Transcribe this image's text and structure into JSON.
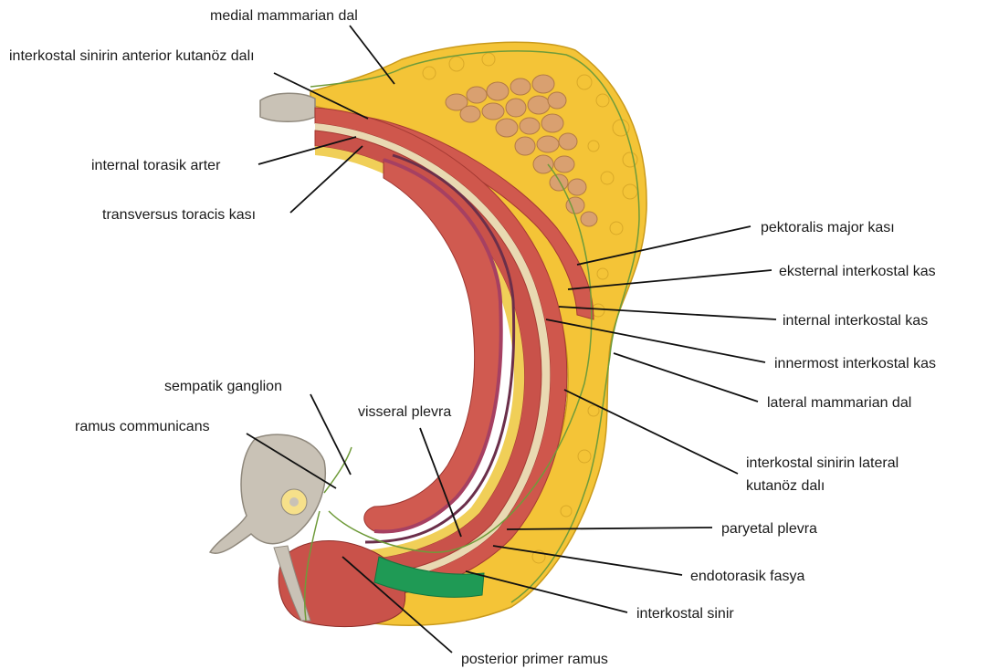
{
  "labels": {
    "medial_mammarian": "medial mammarian dal",
    "anterior_cutaneous": "interkostal sinirin anterior kutanöz dalı",
    "internal_thoracic_artery": "internal torasik arter",
    "transversus_thoracis": "transversus toracis kası",
    "pectoralis_major": "pektoralis major kası",
    "external_intercostal": "eksternal interkostal kas",
    "internal_intercostal": "internal interkostal kas",
    "innermost_intercostal": "innermost interkostal kas",
    "lateral_mammarian": "lateral mammarian dal",
    "lateral_cutaneous_line1": "interkostal sinirin lateral",
    "lateral_cutaneous_line2": "kutanöz dalı",
    "sympathetic_ganglion": "sempatik ganglion",
    "ramus_communicans": "ramus communicans",
    "visceral_pleura": "visseral plevra",
    "parietal_pleura": "paryetal plevra",
    "endothoracic_fascia": "endotorasik fasya",
    "intercostal_nerve": "interkostal sinir",
    "posterior_primary_ramus": "posterior primer ramus"
  },
  "colors": {
    "fat": "#f4c437",
    "fat_light": "#f8d85a",
    "muscle": "#d0594e",
    "muscle_dark": "#b8403a",
    "bone": "#c9c2b6",
    "pleura": "#a64062",
    "fascia": "#e9d9b2",
    "nerve": "#6f9b3a",
    "green_band": "#1f9a55",
    "gland": "#d9a070"
  }
}
